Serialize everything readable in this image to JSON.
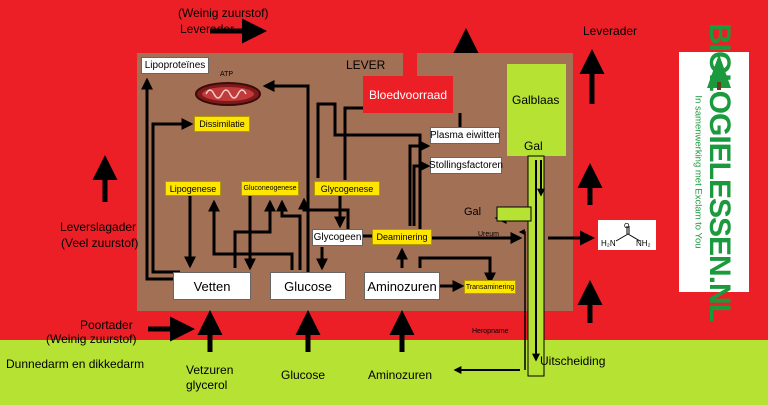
{
  "header": {
    "top_label": "(Weinig zuurstof)",
    "top_left": "Leverader",
    "top_right": "Leverader"
  },
  "liver": {
    "title": "LEVER",
    "atp": "ATP",
    "lipoproteins": "Lipoproteïnes",
    "dissimilation": "Dissimilatie",
    "blood_supply": "Bloedvoorraad",
    "plasma_proteins": "Plasma eiwitten",
    "clotting_factors": "Stollingsfactoren",
    "gallbladder": "Galblaas",
    "gal_top": "Gal",
    "gal_mid": "Gal",
    "lipogenesis": "Lipogenese",
    "gluconeogenesis": "Gluconeogenese",
    "glycogenesis": "Glycogenese",
    "glycogen": "Glycogeen",
    "deamination": "Deaminering",
    "urea": "Ureum",
    "fats": "Vetten",
    "glucose": "Glucose",
    "amino_acids": "Aminozuren",
    "transamination": "Transaminering",
    "reabsorption": "Heropname"
  },
  "left": {
    "hepatic_artery": "Leverslagader",
    "hepatic_artery_note": "(Veel zuurstof)",
    "portal_vein": "Poortader",
    "portal_vein_note": "(Weinig zuurstof)"
  },
  "intestine": {
    "title": "Dunnedarm en dikkedarm",
    "fatty_acids_1": "Vetzuren",
    "fatty_acids_2": "glycerol",
    "glucose": "Glucose",
    "amino_acids": "Aminozuren",
    "excretion": "Uitscheiding"
  },
  "urea_molecule": {
    "left": "H₂N",
    "right": "NH₂",
    "atom_o": "O"
  },
  "logo": {
    "main": "BIOLOGIELESSEN.NL",
    "sub": "In samenwerking met Exclam to You"
  },
  "colors": {
    "background": "#ec1f27",
    "liver": "#a27155",
    "intestine": "#b5e233",
    "process": "#ffe600"
  }
}
